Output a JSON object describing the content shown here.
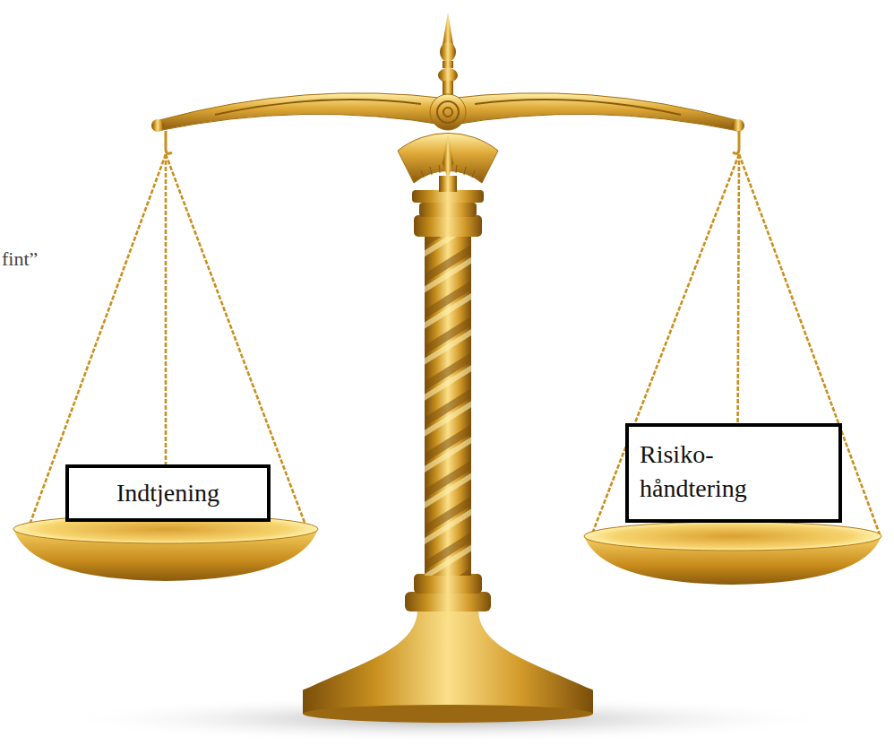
{
  "diagram": {
    "nodes": [
      {
        "text": [
          "Indtjening"
        ]
      },
      {
        "text": [
          "Risiko- håndtering"
        ]
      }
    ],
    "labels": [
      "fint”"
    ]
  }
}
